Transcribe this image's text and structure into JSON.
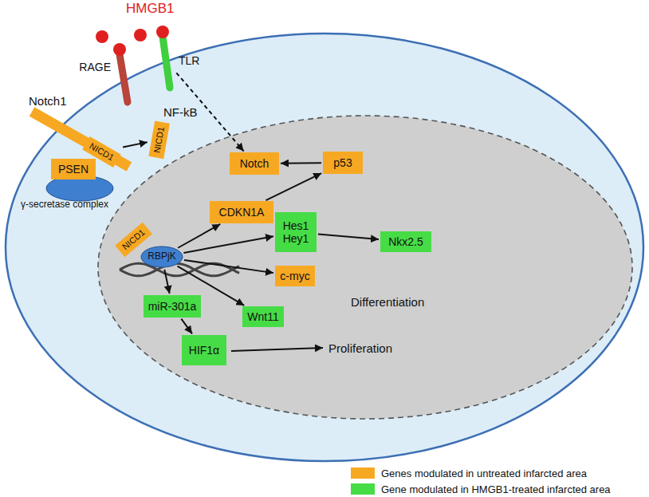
{
  "diagram": {
    "nodes": [
      {
        "text": [
          "RAGE"
        ]
      },
      {
        "text": [
          "TLR"
        ]
      },
      {
        "text": [
          "NICD1"
        ]
      },
      {
        "text": [
          "NICD1"
        ]
      },
      {
        "text": [
          "PSEN"
        ]
      },
      {
        "text": [
          "Notch"
        ]
      },
      {
        "text": [
          "p53"
        ]
      },
      {
        "text": [
          "CDKN1A"
        ]
      },
      {
        "text": [
          "Hes1 Hey1"
        ]
      },
      {
        "text": [
          "Nkx2.5"
        ]
      },
      {
        "text": [
          "NICD1"
        ]
      },
      {
        "text": [
          "RBPjK"
        ]
      },
      {
        "text": [
          "c-myc"
        ]
      },
      {
        "text": [
          "miR-301a"
        ]
      },
      {
        "text": [
          "Wnt11"
        ]
      },
      {
        "text": [
          "HIF1α"
        ]
      }
    ],
    "edges": [
      {
        "from": 1,
        "to": 5,
        "label": "NF-kB",
        "arrow": "to"
      },
      {
        "from": 2,
        "to": 3,
        "arrow": "to"
      },
      {
        "from": 7,
        "to": 6,
        "arrow": "to"
      },
      {
        "from": 6,
        "to": 5,
        "arrow": "to"
      },
      {
        "from": 8,
        "to": 9,
        "arrow": "to"
      },
      {
        "from": 11,
        "to": 7,
        "arrow": "to"
      },
      {
        "from": 11,
        "to": 8,
        "arrow": "to"
      },
      {
        "from": 11,
        "to": 12,
        "arrow": "to"
      },
      {
        "from": 11,
        "to": 14,
        "arrow": "to"
      },
      {
        "from": 11,
        "to": 13,
        "arrow": "to"
      },
      {
        "from": 13,
        "to": 15,
        "arrow": "to"
      }
    ],
    "labels": [
      "HMGB1",
      "Notch1",
      "γ-secretase complex",
      "Differentiation",
      "Proliferation"
    ],
    "legend": [
      {
        "text": "Genes modulated in untreated infarcted area",
        "color": "#f7a823"
      },
      {
        "text": "Gene modulated in HMGB1-treated infarcted area",
        "color": "#46dc46"
      }
    ]
  }
}
